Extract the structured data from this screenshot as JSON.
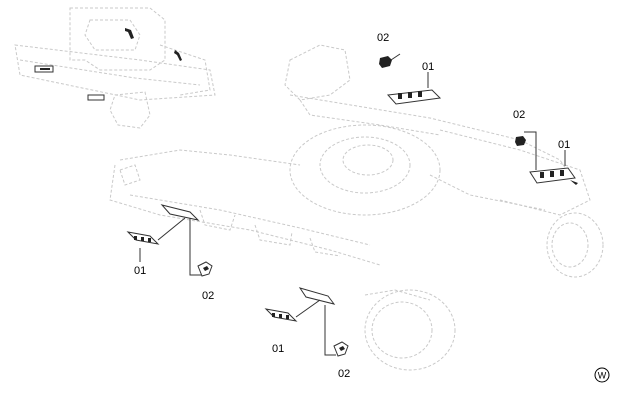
{
  "diagram": {
    "callouts": {
      "c1_num": "02",
      "c1_part": "01",
      "c2_num": "02",
      "c2_part": "01",
      "c3_part": "01",
      "c3_num": "02",
      "c4_part": "01",
      "c4_num": "02"
    },
    "badge": "W"
  }
}
